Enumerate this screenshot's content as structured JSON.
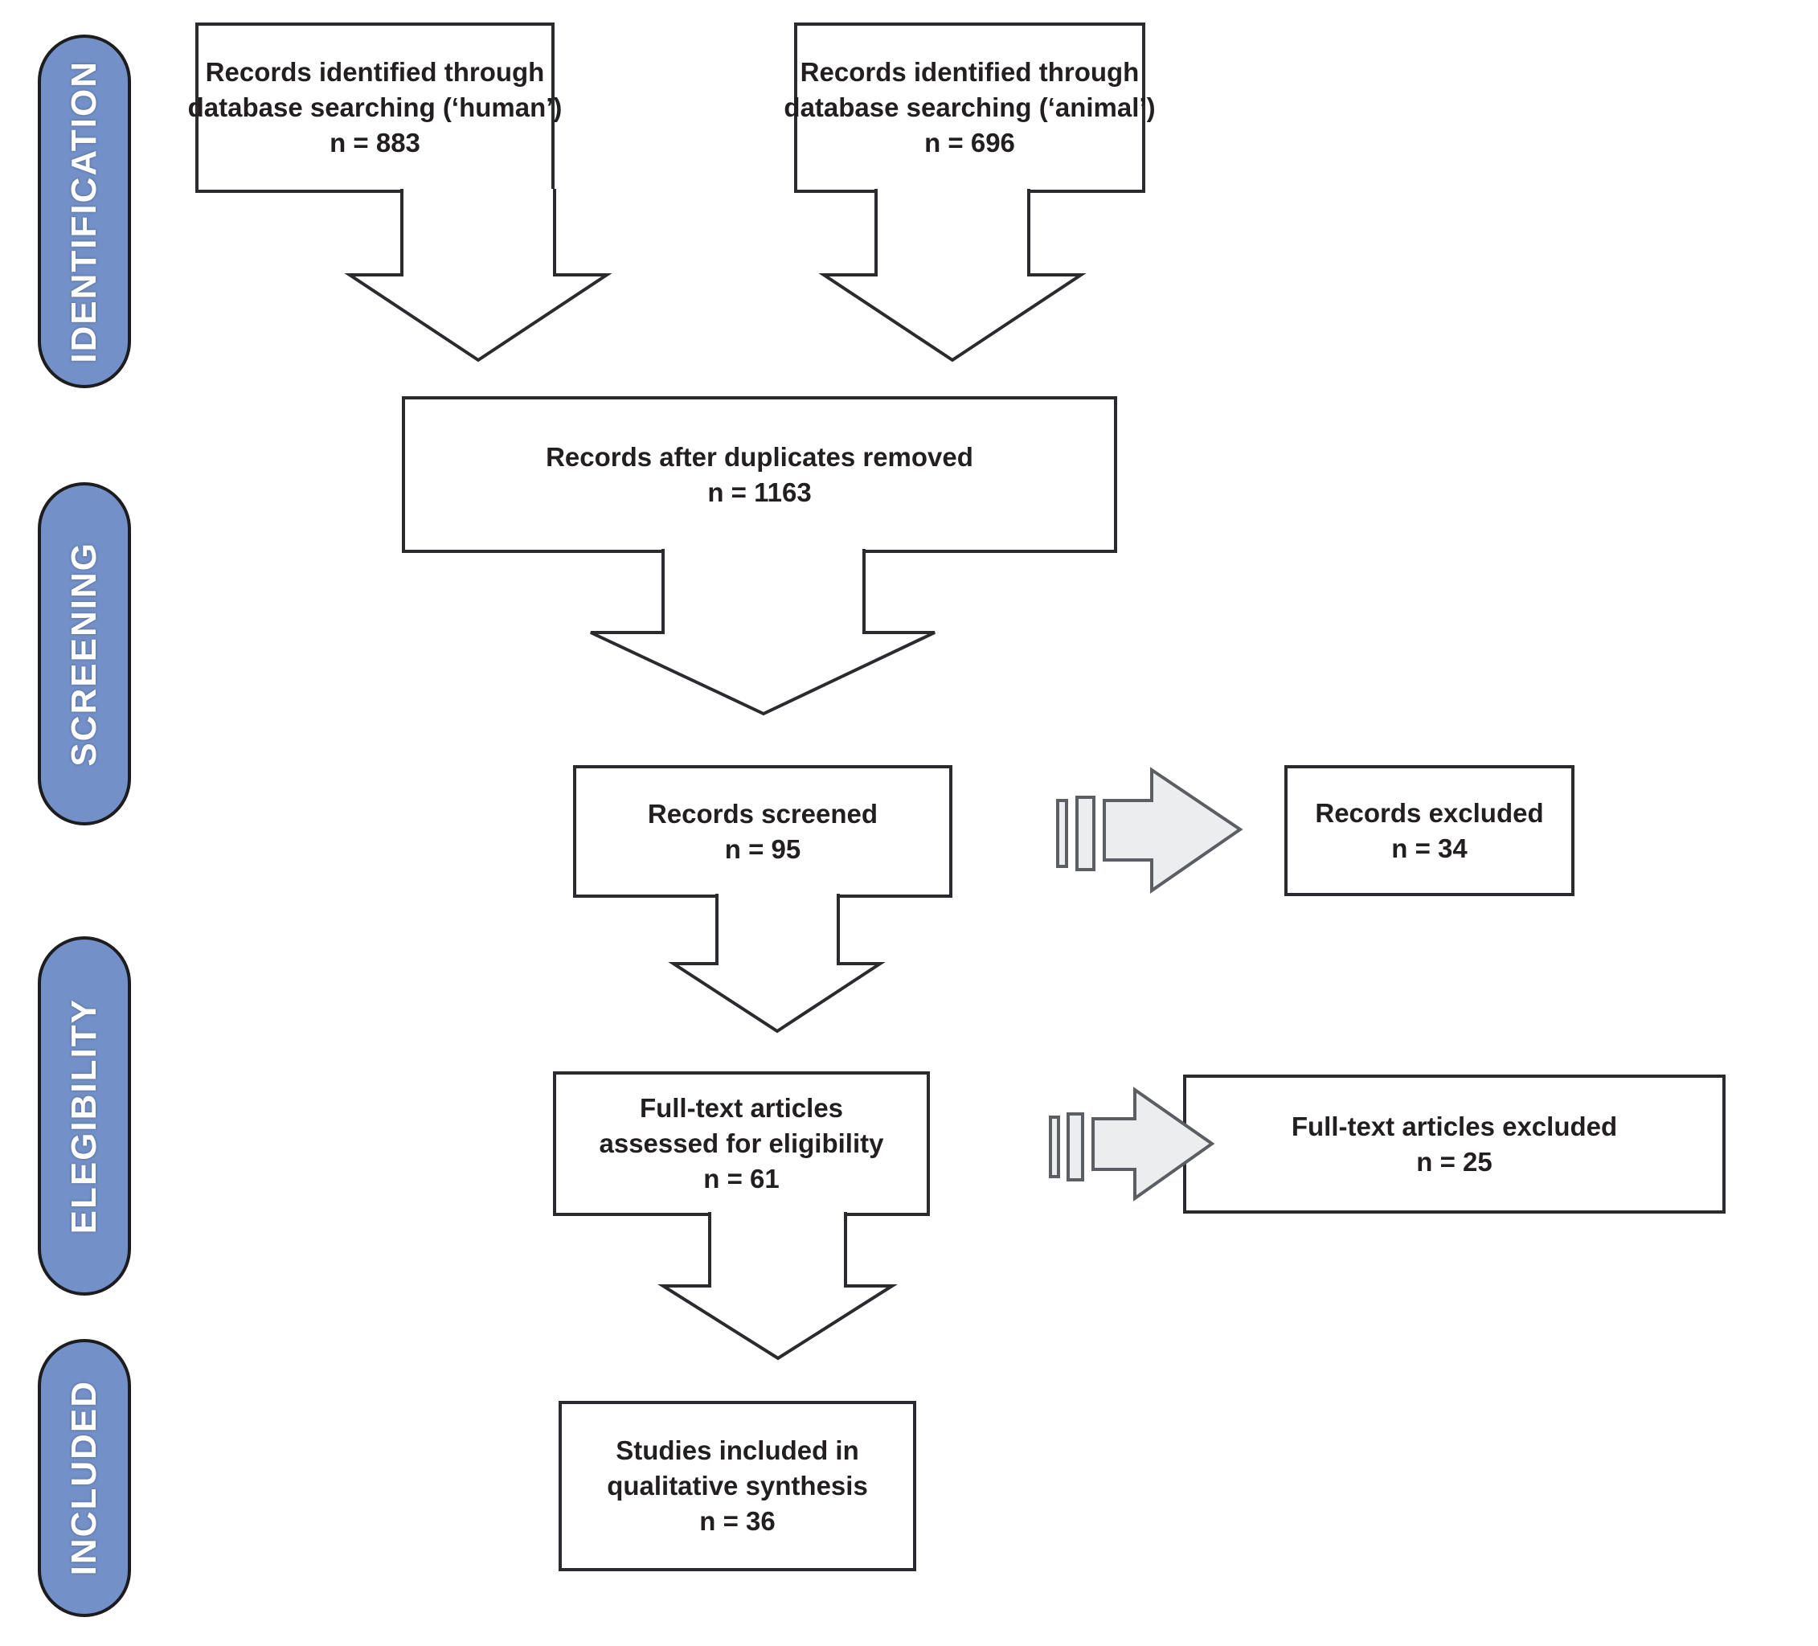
{
  "stages": {
    "identification": "IDENTIFICATION",
    "screening": "SCREENING",
    "eligibility": "ELEGIBILITY",
    "included": "INCLUDED"
  },
  "boxes": {
    "human": {
      "line1": "Records identified through",
      "line2": "database searching (‘human’)",
      "line3": "n = 883"
    },
    "animal": {
      "line1": "Records identified through",
      "line2": "database searching (‘animal’)",
      "line3": "n = 696"
    },
    "duplicates": {
      "line1": "Records after duplicates removed",
      "line2": "n = 1163"
    },
    "screened": {
      "line1": "Records screened",
      "line2": "n = 95"
    },
    "records_excluded": {
      "line1": "Records excluded",
      "line2": "n = 34"
    },
    "fulltext": {
      "line1": "Full-text articles",
      "line2": "assessed for eligibility",
      "line3": "n = 61"
    },
    "fulltext_excluded": {
      "line1": "Full-text articles excluded",
      "line2": "n = 25"
    },
    "included_studies": {
      "line1": "Studies included in",
      "line2": "qualitative synthesis",
      "line3": "n = 36"
    }
  },
  "colors": {
    "stage_pill_fill": "#7390C8",
    "stage_pill_stroke": "#1D1D1F",
    "stage_text": "#FFFFFF",
    "box_stroke": "#2B2A2E",
    "box_text": "#231F20",
    "striped_arrow_fill": "#ECEDEE",
    "striped_arrow_stroke": "#5B5E63",
    "background": "#FFFFFF"
  }
}
